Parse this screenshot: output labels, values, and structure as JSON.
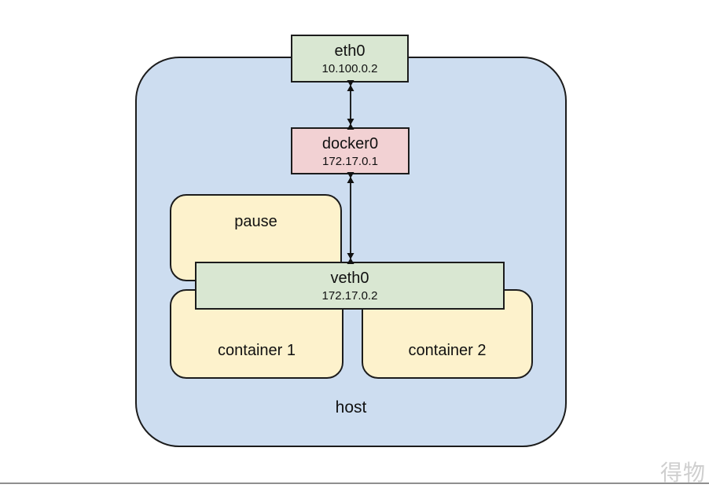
{
  "diagram": {
    "host_label": "host",
    "nodes": {
      "eth0": {
        "label": "eth0",
        "ip": "10.100.0.2"
      },
      "docker0": {
        "label": "docker0",
        "ip": "172.17.0.1"
      },
      "pause": {
        "label": "pause"
      },
      "veth0": {
        "label": "veth0",
        "ip": "172.17.0.2"
      },
      "container1": {
        "label": "container 1"
      },
      "container2": {
        "label": "container 2"
      }
    },
    "edges": [
      {
        "from": "eth0",
        "to": "docker0",
        "style": "double-arrow"
      },
      {
        "from": "docker0",
        "to": "veth0",
        "style": "double-arrow"
      }
    ],
    "colors": {
      "host_fill": "#cdddf0",
      "interface_fill": "#d9e7d2",
      "bridge_fill": "#f2d1d3",
      "container_fill": "#fdf2cc",
      "border": "#1c1c1c",
      "arrow": "#111111",
      "bottom_rule": "#8f8f8f",
      "watermark": "#cfcfcf"
    }
  },
  "watermark": {
    "text": "得物"
  }
}
